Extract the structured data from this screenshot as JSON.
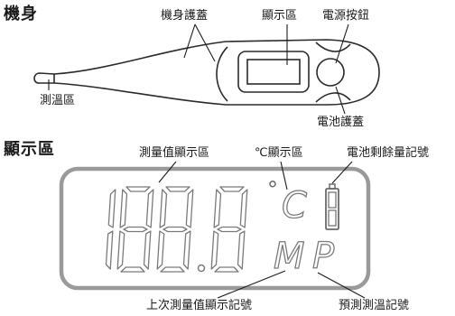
{
  "sections": {
    "body": "機身",
    "display": "顯示區"
  },
  "thermometer_labels": {
    "body_cover": "機身護蓋",
    "display_area": "顯示區",
    "power_button": "電源按鈕",
    "probe_area": "測溫區",
    "battery_cover": "電池護蓋"
  },
  "display_labels": {
    "reading_area": "測量值顯示區",
    "celsius_area": "℃顯示區",
    "battery_indicator": "電池剩餘量記號",
    "last_reading_indicator": "上次測量值顯示記號",
    "predictive_indicator": "預測測溫記號"
  },
  "lcd": {
    "digits": "188.8",
    "degree": "°",
    "unit_letter": "C",
    "memory_letter": "M",
    "predict_letter": "P"
  },
  "colors": {
    "line": "#1a1a1a",
    "lcd_frame": "#9a9a9a",
    "segment": "#7a7a7a"
  }
}
